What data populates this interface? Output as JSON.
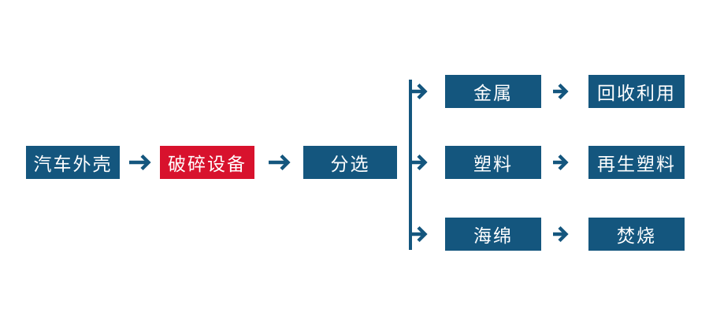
{
  "diagram": {
    "type": "flowchart",
    "title": "",
    "colors": {
      "primary": "#14567E",
      "highlight": "#D8122D",
      "node_text": "#FFFFFF",
      "background": "#FFFFFF"
    },
    "icons": {
      "arrow_right": "→"
    },
    "main_flow": [
      {
        "id": "car-shell",
        "label": "汽车外壳",
        "variant": "primary"
      },
      {
        "id": "crushing-equipment",
        "label": "破碎设备",
        "variant": "highlight"
      },
      {
        "id": "sorting",
        "label": "分选",
        "variant": "primary"
      }
    ],
    "branches": [
      {
        "id": "metal",
        "label": "金属",
        "result": {
          "id": "recycling",
          "label": "回收利用"
        }
      },
      {
        "id": "plastic",
        "label": "塑料",
        "result": {
          "id": "recycled-plastic",
          "label": "再生塑料"
        }
      },
      {
        "id": "sponge",
        "label": "海绵",
        "result": {
          "id": "incineration",
          "label": "焚烧"
        }
      }
    ]
  }
}
